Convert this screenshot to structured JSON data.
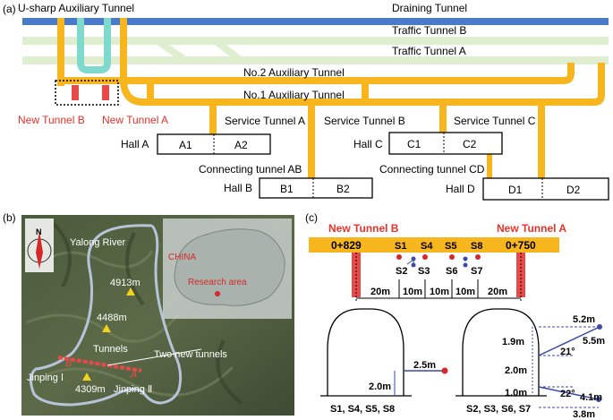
{
  "colors": {
    "tunnel_blue": "#4a7bc8",
    "tunnel_green": "#dfeecf",
    "tunnel_orange": "#f7b51e",
    "uturn_teal": "#7fd9cc",
    "new_tunnel_red": "#e84a4a",
    "label_red": "#e8322a"
  },
  "panel_a": {
    "label": "(a)",
    "u_sharp": "U-sharp Auxiliary Tunnel",
    "draining": "Draining Tunnel",
    "traffic_b": "Traffic Tunnel B",
    "traffic_a": "Traffic Tunnel A",
    "aux2": "No.2 Auxiliary Tunnel",
    "aux1": "No.1 Auxiliary Tunnel",
    "new_b": "New Tunnel B",
    "new_a": "New Tunnel A",
    "service_a": "Service Tunnel A",
    "service_b": "Service Tunnel B",
    "service_c": "Service Tunnel C",
    "hall_a": "Hall A",
    "hall_b": "Hall B",
    "hall_c": "Hall C",
    "hall_d": "Hall D",
    "a1": "A1",
    "a2": "A2",
    "b1": "B1",
    "b2": "B2",
    "c1": "C1",
    "c2": "C2",
    "d1": "D1",
    "d2": "D2",
    "conn_ab": "Connecting tunnel AB",
    "conn_cd": "Connecting tunnel CD"
  },
  "panel_b": {
    "label": "(b)",
    "north": "N",
    "yalong": "Yalong River",
    "peak1": "4913m",
    "peak2": "4488m",
    "peak3": "4309m",
    "tunnels": "Tunnels",
    "two_new": "Two new tunnels",
    "jinping1": "Jinping Ⅰ",
    "jinping2": "Jinping Ⅱ",
    "mark_b": "B",
    "mark_a": "A",
    "china": "CHINA",
    "research": "Research area"
  },
  "panel_c": {
    "label": "(c)",
    "new_b": "New Tunnel B",
    "new_a": "New Tunnel A",
    "ch_left": "0+829",
    "ch_right": "0+750",
    "s1": "S1",
    "s4": "S4",
    "s5": "S5",
    "s8": "S8",
    "s2": "S2",
    "s3": "S3",
    "s6": "S6",
    "s7": "S7",
    "spacing": [
      "20m",
      "10m",
      "10m",
      "10m",
      "20m"
    ],
    "left_dist": "2.5m",
    "left_height": "2.0m",
    "left_caption": "S1, S4, S5, S8",
    "right_top": "5.2m",
    "right_upper_len": "5.5m",
    "right_upper_angle": "21°",
    "right_h1": "1.9m",
    "right_h2": "2.0m",
    "right_h3": "1.0m",
    "right_lower_angle": "22°",
    "right_lower_len": "4.1m",
    "right_bottom": "3.8m",
    "right_caption": "S2, S3, S6, S7"
  }
}
